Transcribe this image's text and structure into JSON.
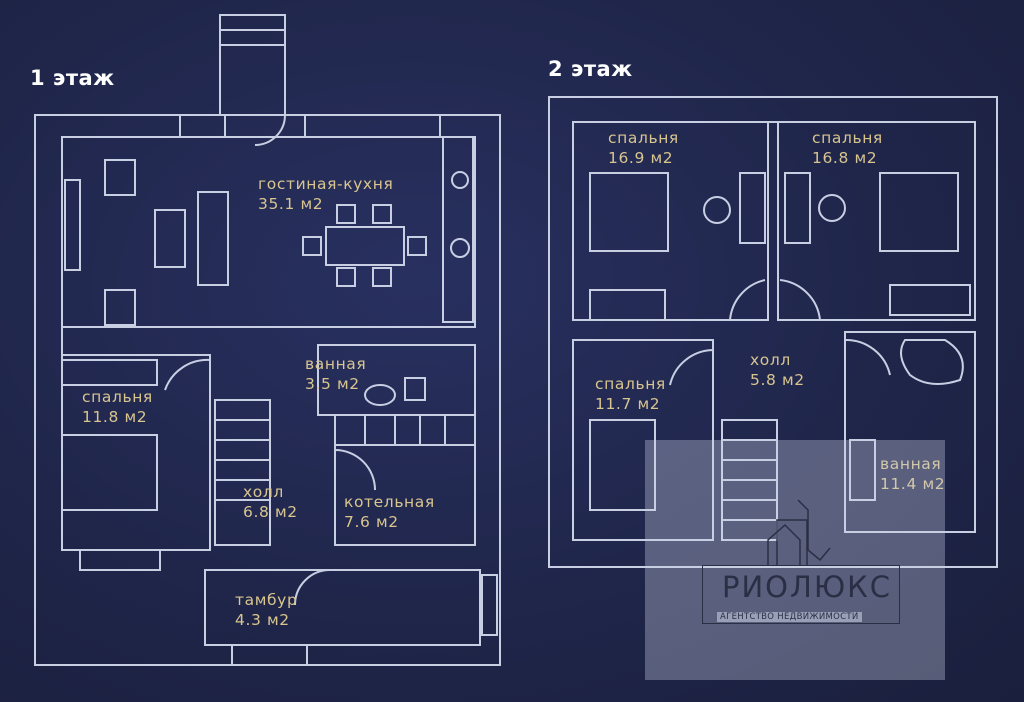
{
  "floors": [
    {
      "title": "1 этаж",
      "rooms": [
        {
          "name": "гостиная-кухня",
          "area": "35.1 м2"
        },
        {
          "name": "ванная",
          "area": "3.5 м2"
        },
        {
          "name": "спальня",
          "area": "11.8 м2"
        },
        {
          "name": "холл",
          "area": "6.8 м2"
        },
        {
          "name": "котельная",
          "area": "7.6 м2"
        },
        {
          "name": "тамбур",
          "area": "4.3 м2"
        }
      ]
    },
    {
      "title": "2 этаж",
      "rooms": [
        {
          "name": "спальня",
          "area": "16.9 м2"
        },
        {
          "name": "спальня",
          "area": "16.8 м2"
        },
        {
          "name": "холл",
          "area": "5.8 м2"
        },
        {
          "name": "спальня",
          "area": "11.7 м2"
        },
        {
          "name": "ванная",
          "area": "11.4 м2"
        }
      ]
    }
  ],
  "watermark": {
    "brand": "РИОЛЮКС",
    "tagline": "АГЕНТСТВО НЕДВИЖИМОСТИ"
  },
  "colors": {
    "background": "#1f2548",
    "label": "#d8c58f",
    "lines": "#c9cfe3"
  }
}
